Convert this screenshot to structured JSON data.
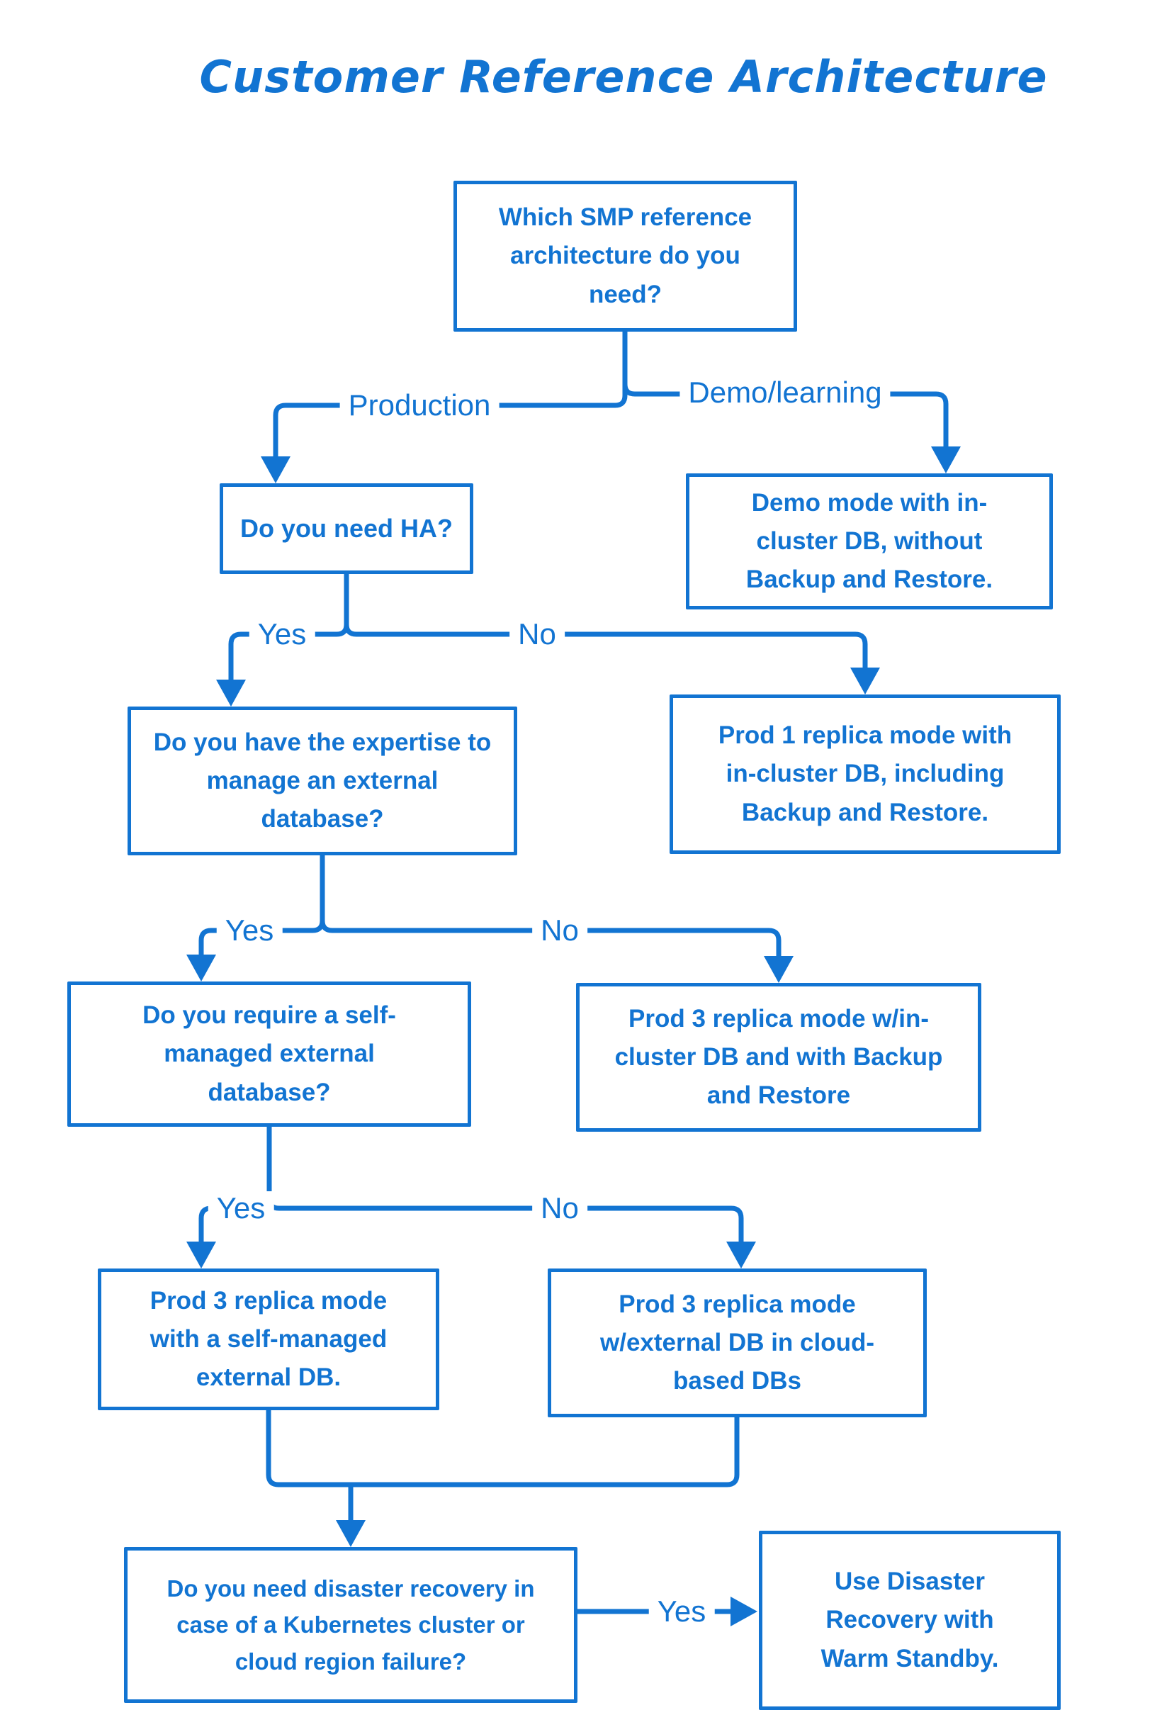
{
  "accent": "#1274d2",
  "title": "Customer Reference Architecture",
  "nodes": {
    "root": "Which SMP reference architecture do you need?",
    "need_ha": "Do you need HA?",
    "demo_result": "Demo mode with in-cluster DB, without Backup and Restore.",
    "expertise": "Do you have the expertise to manage an external database?",
    "prod1_result": "Prod 1 replica mode with in-cluster DB, including Backup and Restore.",
    "self_managed_q": "Do you require a self-managed external database?",
    "prod3_incluster_result": "Prod 3 replica mode w/in-cluster DB and with Backup and Restore",
    "prod3_selfmanaged_result": "Prod 3 replica mode with a self-managed external DB.",
    "prod3_cloud_result": "Prod 3 replica mode w/external DB in cloud-based DBs",
    "disaster_recovery_q": "Do you need disaster recovery in case of a Kubernetes cluster or cloud region failure?",
    "warm_standby_result": "Use Disaster Recovery with Warm Standby."
  },
  "edge_labels": {
    "production": "Production",
    "demo_learning": "Demo/learning",
    "ha_yes": "Yes",
    "ha_no": "No",
    "expertise_yes": "Yes",
    "expertise_no": "No",
    "self_managed_yes": "Yes",
    "self_managed_no": "No",
    "dr_yes": "Yes"
  }
}
